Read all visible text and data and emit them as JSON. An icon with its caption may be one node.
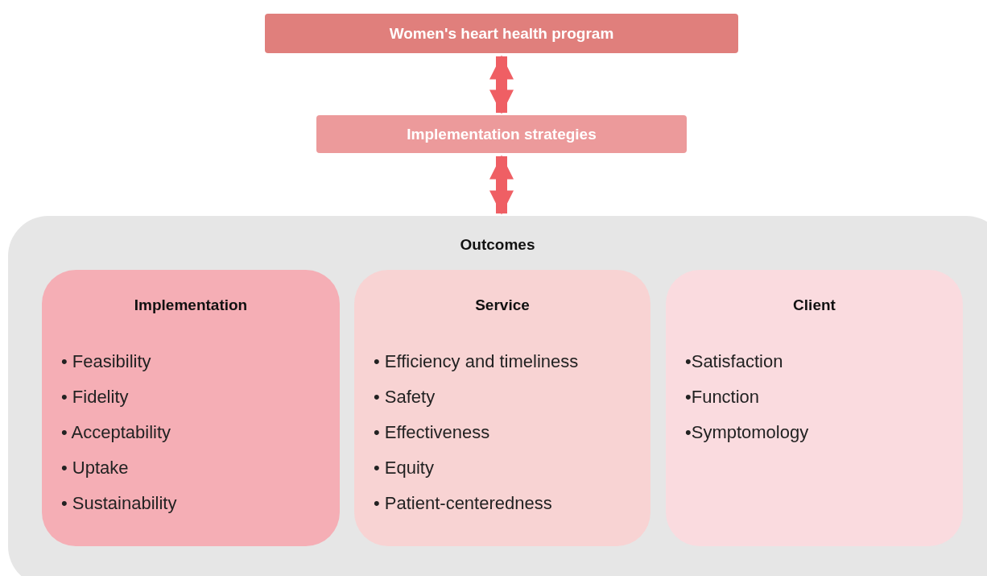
{
  "diagram": {
    "nodes": [
      {
        "text": [
          "Women's heart health program"
        ]
      },
      {
        "text": [
          "Implementation strategies"
        ]
      },
      {
        "text": [
          "Outcomes"
        ]
      },
      {
        "text": [
          "Implementation",
          "• Feasibility",
          "• Fidelity",
          "• Acceptability",
          "• Uptake",
          "• Sustainability"
        ],
        "in": 2
      },
      {
        "text": [
          "Service",
          "• Efficiency and timeliness",
          "• Safety",
          "• Effectiveness",
          "• Equity",
          "• Patient-centeredness"
        ],
        "in": 2
      },
      {
        "text": [
          "Client",
          "•Satisfaction",
          "•Function",
          "•Symptomology"
        ],
        "in": 2
      }
    ],
    "edges": [
      {
        "from": 0,
        "to": 1,
        "arrow": "both"
      },
      {
        "from": 1,
        "to": 2,
        "arrow": "both"
      }
    ]
  }
}
